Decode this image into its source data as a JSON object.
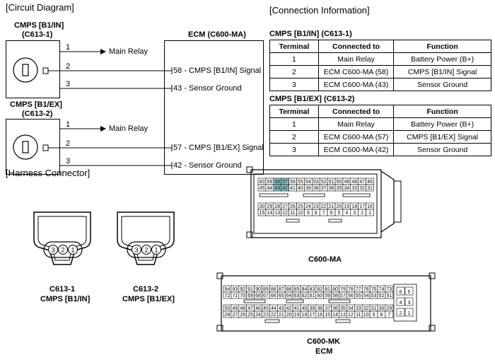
{
  "circuit": {
    "title": "[Circuit Diagram]",
    "conn1": {
      "name": "CMPS [B1/IN]",
      "id": "(C613-1)"
    },
    "conn2": {
      "name": "CMPS [B1/EX]",
      "id": "(C613-2)"
    },
    "pins": [
      "1",
      "2",
      "3"
    ],
    "main_relay": "Main Relay",
    "ecm": {
      "title": "ECM (C600-MA)",
      "t58": "58",
      "t58_label": "- CMPS [B1/IN] Signal",
      "t43": "43",
      "t43_label": "- Sensor Ground",
      "t57": "57",
      "t57_label": "- CMPS [B1/EX] Signal",
      "t42": "42",
      "t42_label": "- Sensor Ground"
    }
  },
  "connection": {
    "title": "[Connection Information]",
    "headers": [
      "Terminal",
      "Connected to",
      "Function"
    ],
    "table1": {
      "title": "CMPS [B1/IN] (C613-1)",
      "rows": [
        [
          "1",
          "Main Relay",
          "Battery Power (B+)"
        ],
        [
          "2",
          "ECM C600-MA (58)",
          "CMPS [B1/IN] Signal"
        ],
        [
          "3",
          "ECM C600-MA (43)",
          "Sensor Ground"
        ]
      ]
    },
    "table2": {
      "title": "CMPS [B1/EX] (C613-2)",
      "rows": [
        [
          "1",
          "Main Relay",
          "Battery Power (B+)"
        ],
        [
          "2",
          "ECM C600-MA (57)",
          "CMPS [B1/EX] Signal"
        ],
        [
          "3",
          "ECM C600-MA (42)",
          "Sensor Ground"
        ]
      ]
    }
  },
  "harness": {
    "title": "[Harness Connector]",
    "c1": {
      "id": "C613-1",
      "name": "CMPS [B1/IN]"
    },
    "c2": {
      "id": "C613-2",
      "name": "CMPS [B1/EX]"
    },
    "plug_pins": [
      "3",
      "2",
      "1"
    ],
    "ma": {
      "label": "C600-MA",
      "row1": [
        "60",
        "59",
        "58",
        "57",
        "56",
        "55",
        "54",
        "53",
        "52",
        "51",
        "50",
        "49",
        "48",
        "47",
        "46"
      ],
      "row2": [
        "45",
        "44",
        "43",
        "42",
        "41",
        "40",
        "39",
        "38",
        "37",
        "36",
        "35",
        "34",
        "33",
        "32",
        "31"
      ],
      "row3": [
        "30",
        "29",
        "28",
        "27",
        "26",
        "25",
        "24",
        "23",
        "22",
        "21",
        "20",
        "19",
        "18",
        "17",
        "16"
      ],
      "row4": [
        "15",
        "14",
        "13",
        "12",
        "11",
        "10",
        "9",
        "8",
        "7",
        "6",
        "5",
        "4",
        "3",
        "2",
        "1"
      ],
      "highlight": [
        "58",
        "57",
        "43",
        "42"
      ],
      "highlight_color": "#8cc6c6"
    },
    "mk": {
      "label": "C600-MK",
      "sublabel": "ECM",
      "row1": [
        "94",
        "93",
        "92",
        "91",
        "90",
        "89",
        "88",
        "87",
        "86",
        "85",
        "84",
        "83",
        "82",
        "81",
        "80",
        "79",
        "78",
        "77",
        "76",
        "75",
        "74",
        "73"
      ],
      "row2": [
        "72",
        "71",
        "70",
        "69",
        "68",
        "67",
        "66",
        "65",
        "64",
        "63",
        "62",
        "61",
        "60",
        "59",
        "58",
        "57",
        "56",
        "55",
        "54",
        "53",
        "52",
        "51"
      ],
      "row3": [
        "50",
        "49",
        "48",
        "47",
        "46",
        "45",
        "44",
        "43",
        "42",
        "41",
        "40",
        "39",
        "38",
        "37",
        "36",
        "35",
        "34",
        "33",
        "32",
        "31",
        "30",
        "29"
      ],
      "row4": [
        "28",
        "27",
        "26",
        "25",
        "24",
        "23",
        "22",
        "21",
        "20",
        "19",
        "18",
        "17",
        "16",
        "15",
        "14",
        "13",
        "12",
        "11",
        "10",
        "9",
        "8",
        "7"
      ],
      "side": [
        [
          "6",
          "5"
        ],
        [
          "4",
          "3"
        ],
        [
          "2",
          "1"
        ]
      ]
    }
  }
}
